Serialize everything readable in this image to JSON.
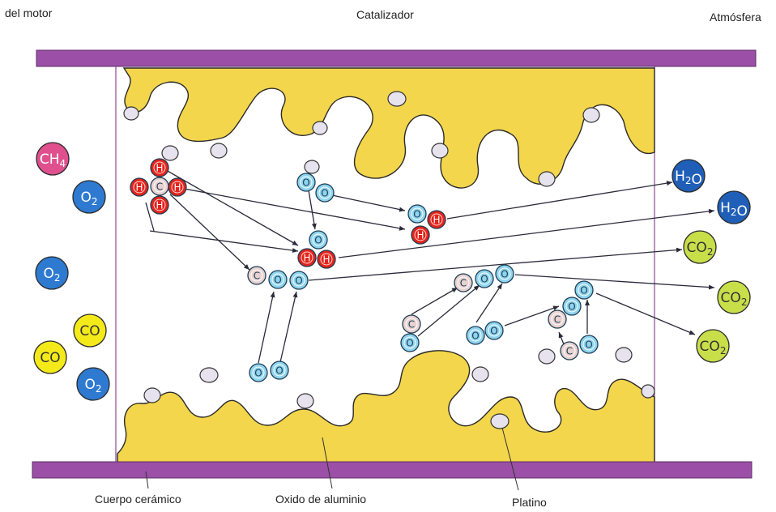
{
  "labels": {
    "engine": "del motor",
    "catalyst": "Catalizador",
    "atmosphere": "Atmósfera",
    "ceramic_body": "Cuerpo cerámico",
    "aluminium_oxide": "Oxido de aluminio",
    "platinum": "Platino"
  },
  "inlet_molecules": [
    "CH4",
    "O2",
    "O2",
    "CO",
    "CO",
    "O2"
  ],
  "outlet_molecules": [
    "H2O",
    "H2O",
    "CO2",
    "CO2",
    "CO2"
  ],
  "atom_letters": {
    "hydrogen": "H",
    "carbon": "C",
    "oxygen": "O"
  },
  "colors": {
    "tube": "#9b4fa6",
    "alumina": "#f3d64b",
    "platinum": "#e6e2ee",
    "hydrogen": "#e3231c",
    "carbon": "#e8d2d0",
    "oxygen": "#8fd4ef",
    "methane": "#e0508e",
    "oxygen_molecule": "#2e7ad1",
    "carbon_monoxide": "#f4ea1a",
    "water": "#1f5fb8",
    "carbon_dioxide": "#c9df4a"
  }
}
